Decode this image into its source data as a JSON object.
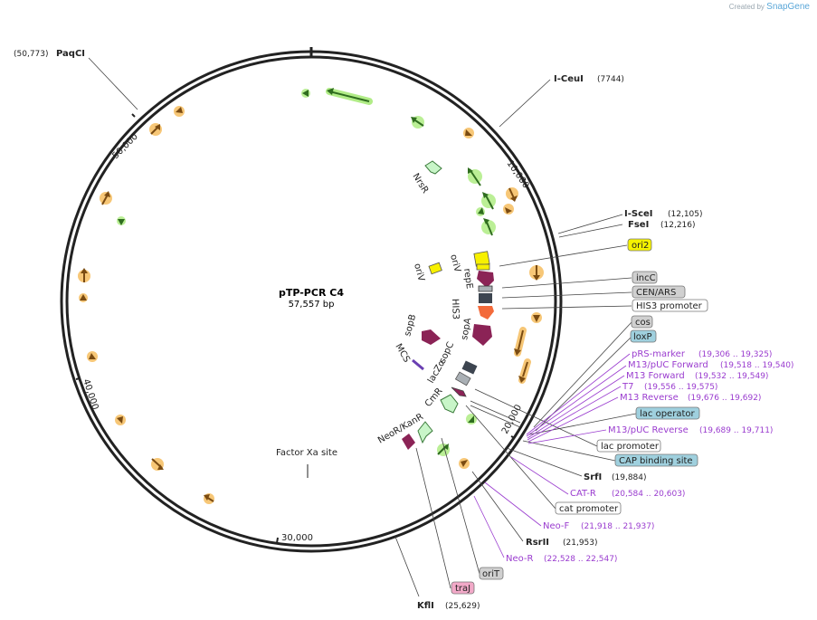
{
  "credit": {
    "prefix": "Created by",
    "brand": "SnapGene"
  },
  "plasmid": {
    "name": "pTP-PCR C4",
    "length": "57,557 bp"
  },
  "ticks": [
    "50,000",
    "10,000",
    "40,000",
    "30,000",
    "20,000"
  ],
  "features": [
    "NrsR",
    "oriV",
    "oriV",
    "repE",
    "HIS3",
    "sopB",
    "sopA",
    "MCS",
    "sopC",
    "lacZα",
    "CmR",
    "NeoR/KanR"
  ],
  "internal_labels": {
    "factor_xa": "Factor Xa site"
  },
  "enzymes": [
    {
      "name": "PaqCI",
      "pos": "(50,773)"
    },
    {
      "name": "I-CeuI",
      "pos": "(7744)"
    },
    {
      "name": "I-SceI",
      "pos": "(12,105)"
    },
    {
      "name": "FseI",
      "pos": "(12,216)"
    },
    {
      "name": "SrfI",
      "pos": "(19,884)"
    },
    {
      "name": "RsrII",
      "pos": "(21,953)"
    },
    {
      "name": "KflI",
      "pos": "(25,629)"
    }
  ],
  "boxed_features": [
    "ori2",
    "incC",
    "CEN/ARS",
    "HIS3 promoter",
    "cos",
    "loxP",
    "lac operator",
    "lac promoter",
    "CAP binding site",
    "cat promoter",
    "oriT",
    "traJ"
  ],
  "primers": [
    {
      "name": "pRS-marker",
      "range": "(19,306 .. 19,325)"
    },
    {
      "name": "M13/pUC Forward",
      "range": "(19,518 .. 19,540)"
    },
    {
      "name": "M13 Forward",
      "range": "(19,532 .. 19,549)"
    },
    {
      "name": "T7",
      "range": "(19,556 .. 19,575)"
    },
    {
      "name": "M13 Reverse",
      "range": "(19,676 .. 19,692)"
    },
    {
      "name": "M13/pUC Reverse",
      "range": "(19,689 .. 19,711)"
    },
    {
      "name": "CAT-R",
      "range": "(20,584 .. 20,603)"
    },
    {
      "name": "Neo-F",
      "range": "(21,918 .. 21,937)"
    },
    {
      "name": "Neo-R",
      "range": "(22,528 .. 22,547)"
    }
  ],
  "colors": {
    "backbone": "#222222",
    "orf_orange": "#f5b955",
    "orf_green": "#9ee86a",
    "arrow_dark_orange": "#7a4b12",
    "arrow_dark_green": "#2f6d1f",
    "yellow_feature": "#f7f000",
    "magenta_feature": "#8b2356",
    "grey_feature": "#aab0b5",
    "dark_feature": "#3d4550",
    "orange_feature": "#f36a3a",
    "pale_green_feature": "#c8f5c8",
    "primer": "#9a3ccf",
    "box_yellow": "#f5f200",
    "box_grey": "#d0d0d0",
    "box_blue": "#9fd0de",
    "box_pink": "#f2a9c8",
    "box_white": "#ffffff"
  }
}
